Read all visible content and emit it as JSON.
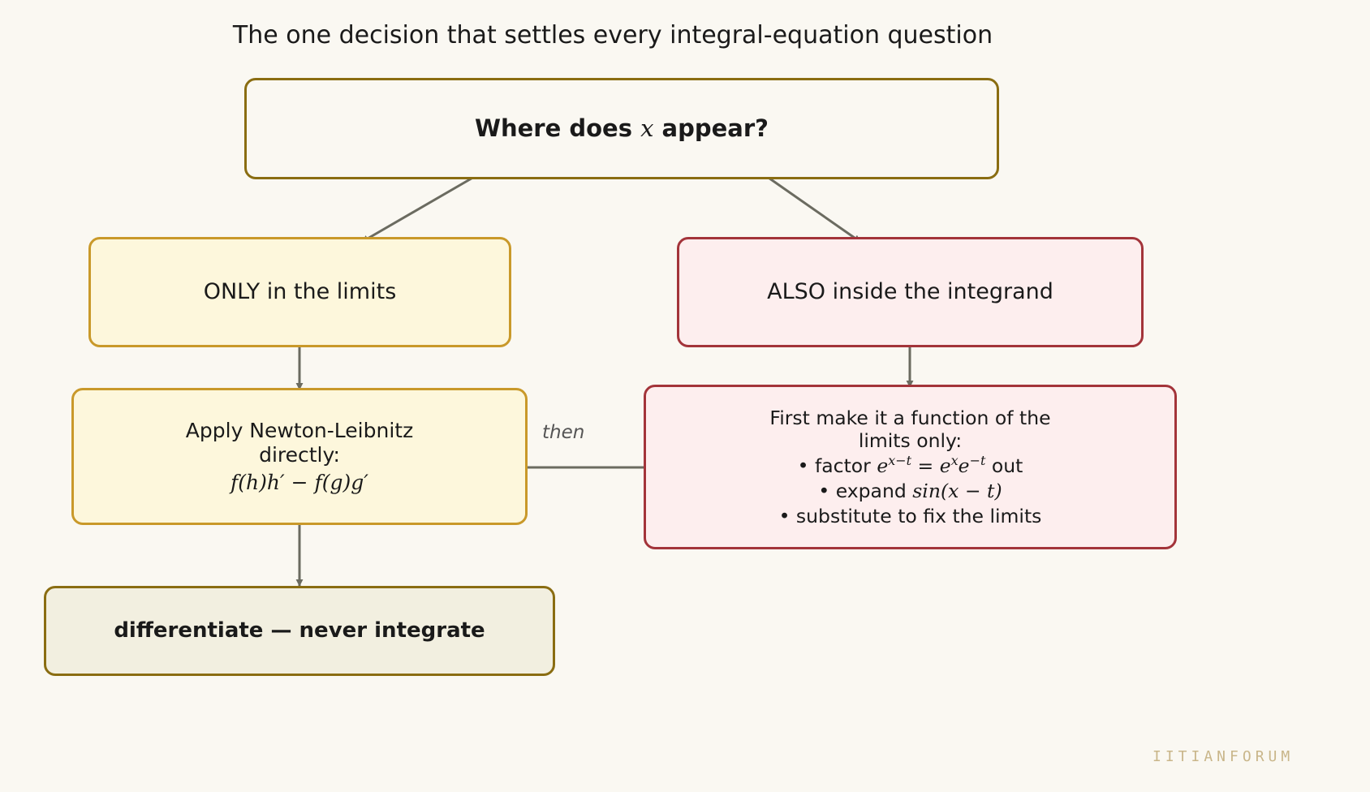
{
  "title": "The one decision that settles every integral-equation question",
  "nodes": {
    "root": {
      "text_before": "Where does ",
      "var": "x",
      "text_after": " appear?"
    },
    "limits_only": {
      "text": "ONLY in the limits"
    },
    "also_integrand": {
      "text": "ALSO inside the integrand"
    },
    "newton_leibniz": {
      "line1": "Apply Newton-Leibnitz",
      "line2": "directly:",
      "formula": "f(h)h′ − f(g)g′"
    },
    "make_function": {
      "line1": "First make it a function of the",
      "line2": "limits only:",
      "bullet1_prefix": "• factor ",
      "bullet1_suffix": " out",
      "bullet2_prefix": "• expand ",
      "bullet2_math": "sin(x − t)",
      "bullet3": "• substitute to fix the limits"
    },
    "differentiate": {
      "text": "differentiate — never integrate"
    }
  },
  "edge_labels": {
    "then": "then"
  },
  "watermark": "IITIANFORUM",
  "colors": {
    "arrow": "#6b6b60",
    "gold_border": "#8a6d12",
    "yellow_border": "#c9992a",
    "yellow_fill": "#fdf7dc",
    "red_border": "#a3343a",
    "red_fill": "#fdeeee"
  }
}
